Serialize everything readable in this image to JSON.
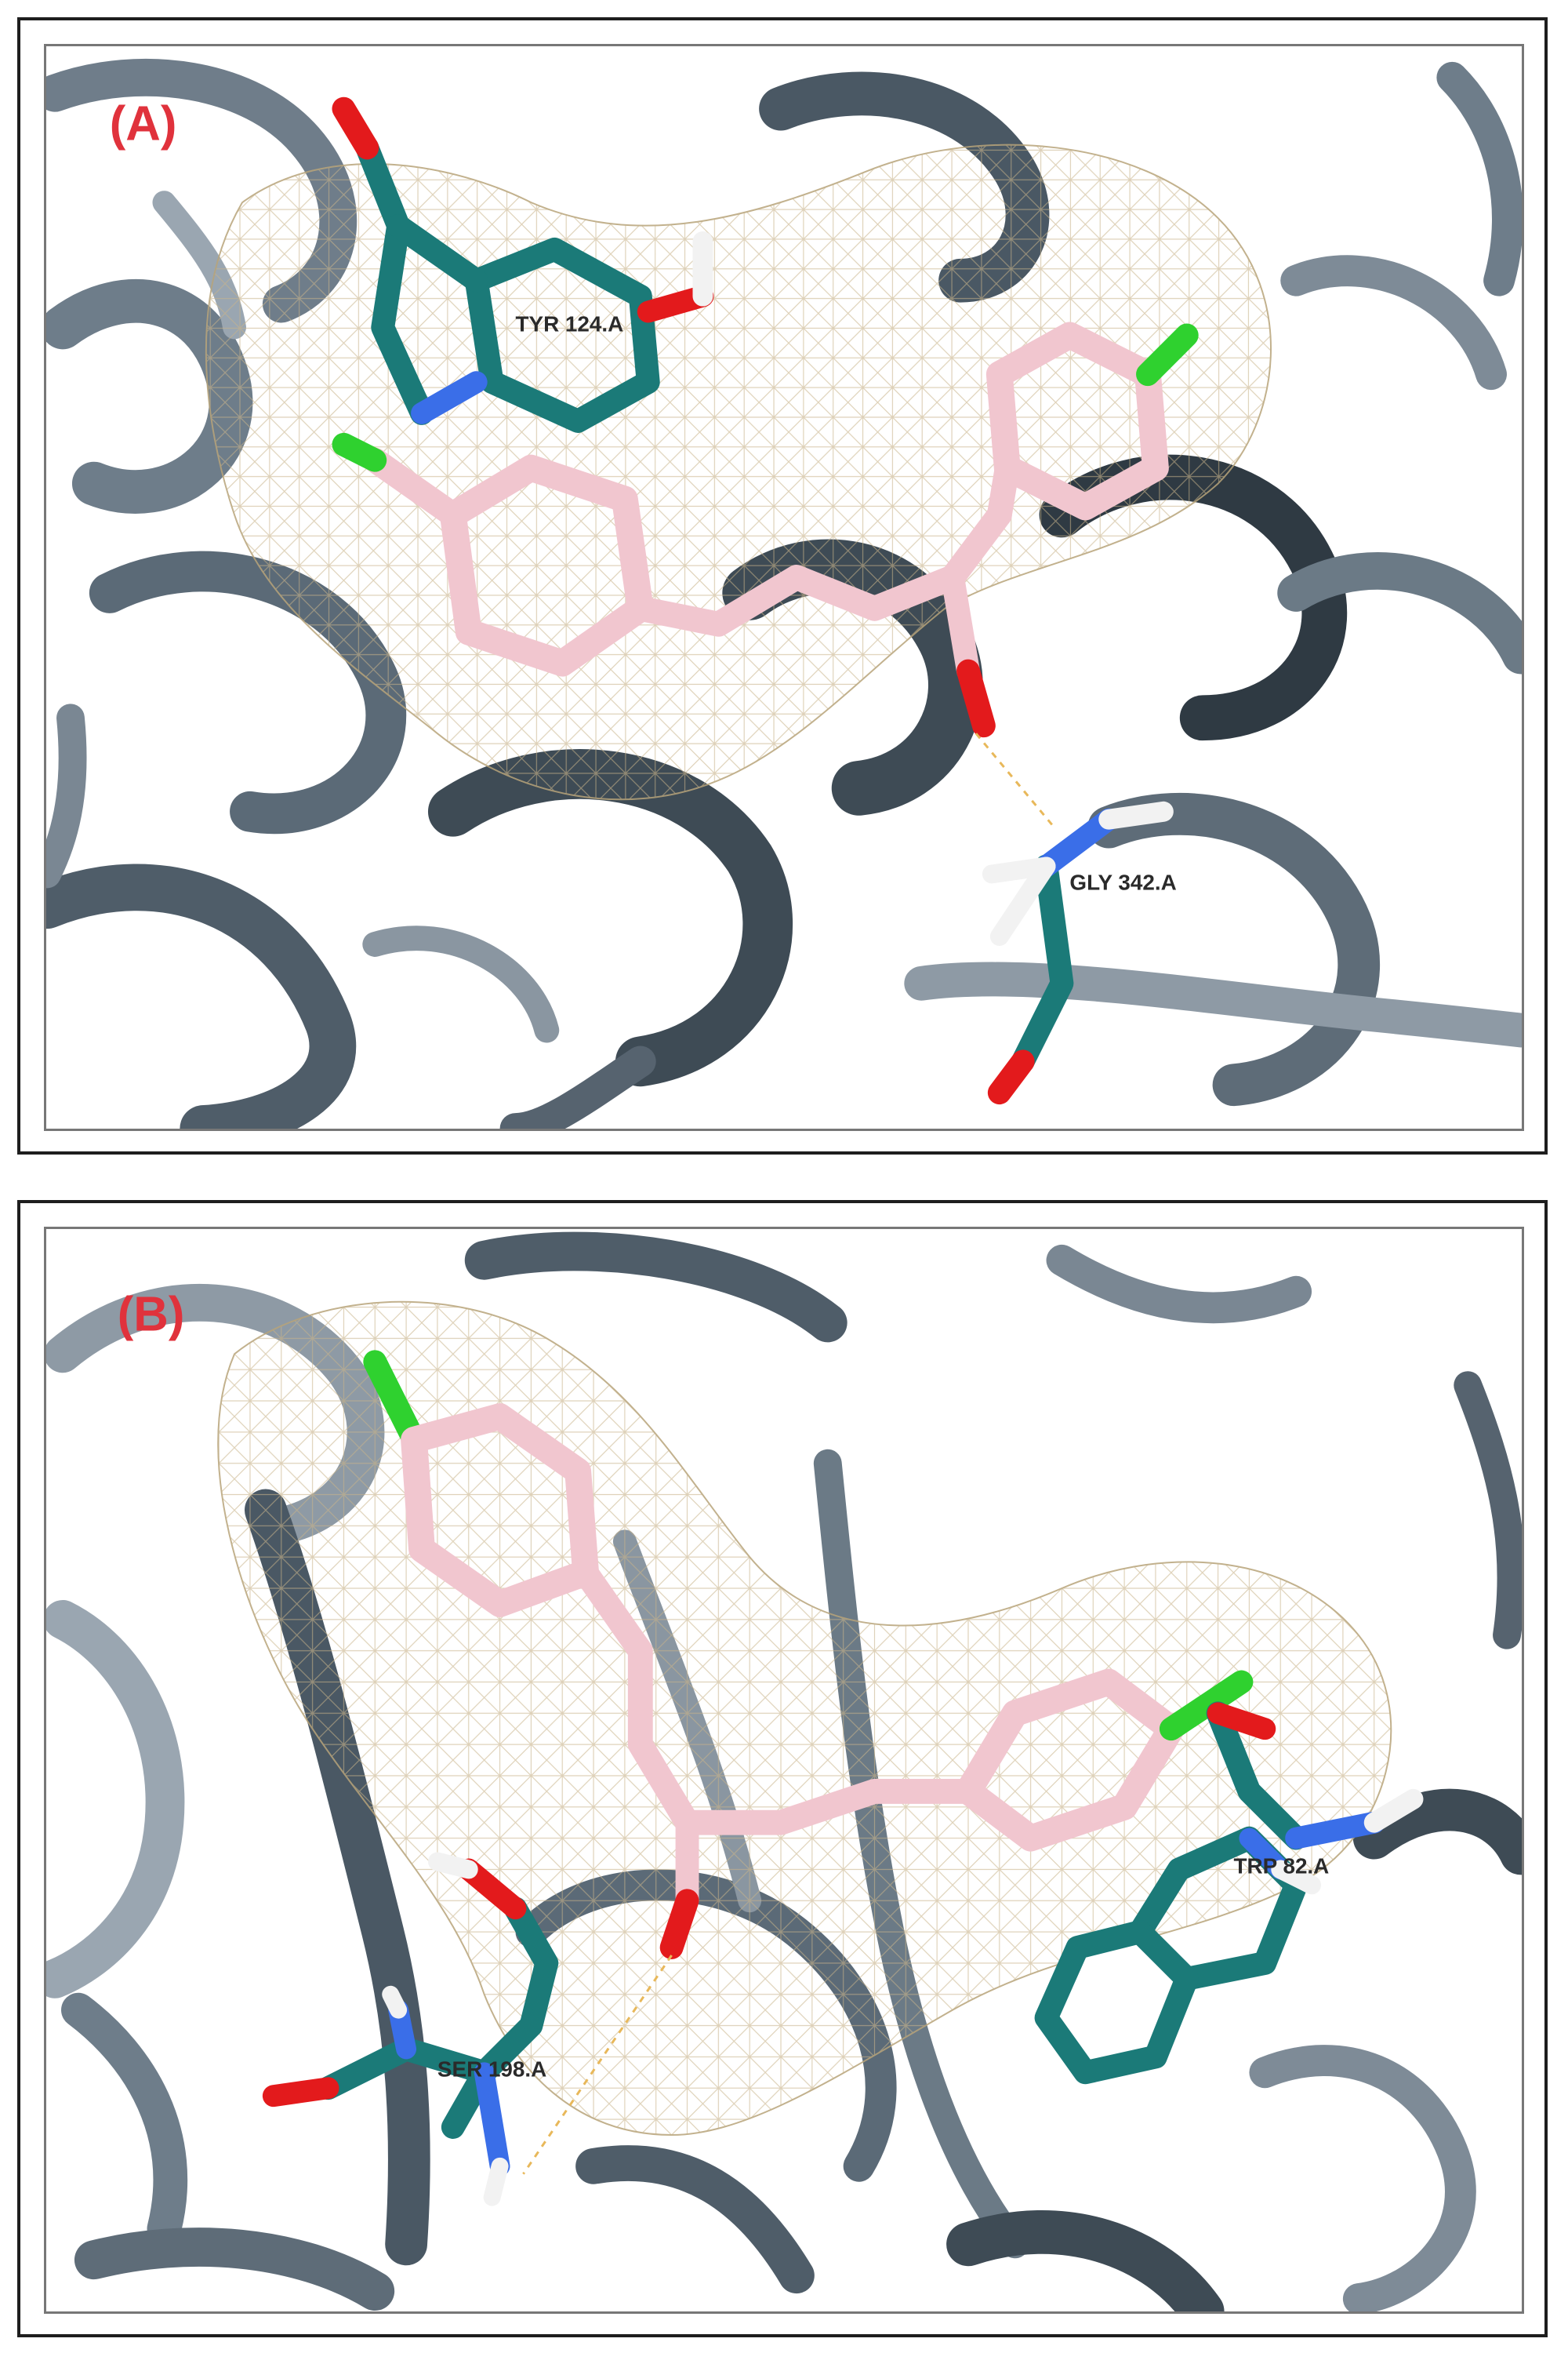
{
  "panels": [
    {
      "label": "(A)",
      "residues": [
        "TYR 124.A",
        "GLY 342.A"
      ]
    },
    {
      "label": "(B)",
      "residues": [
        "SER 198.A",
        "TRP 82.A"
      ]
    }
  ],
  "colors": {
    "ribbon": "#5f6f7d",
    "ribbon_dark": "#3e4b55",
    "ribbon_light": "#9aa6b1",
    "ligand": "#f1c6cf",
    "residue_carbon": "#1b7a78",
    "oxygen": "#e31a1c",
    "nitrogen": "#3a6ee8",
    "hydrogen": "#f2f2f2",
    "chlorine": "#2fd12f",
    "surface_mesh": "#c9b48a",
    "label_red": "#e0323c"
  }
}
